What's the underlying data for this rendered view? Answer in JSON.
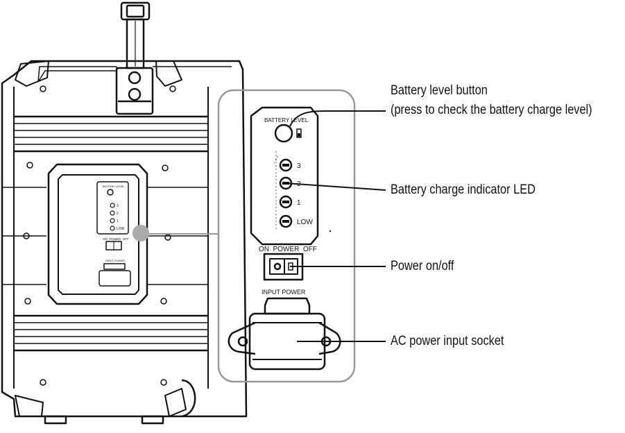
{
  "panel": {
    "battery_level_label": "BATTERY LEVEL",
    "led_labels": [
      "3",
      "2",
      "1",
      "LOW"
    ],
    "power_switch_label": "ON  POWER  OFF",
    "input_power_label": "INPUT POWER"
  },
  "small_panel": {
    "battery_level_label": "BATTERY LEVEL",
    "led_labels": [
      "3",
      "2",
      "1",
      "LOW"
    ],
    "power_switch_label": "ON  POWER  OFF",
    "input_power_label": "INPUT POWER"
  },
  "callouts": {
    "battery_button_line1": "Battery level  button",
    "battery_button_line2": "(press to check the battery charge level)",
    "battery_led": "Battery charge indicator LED",
    "power_switch": "Power on/off",
    "ac_input": "AC power input socket"
  },
  "colors": {
    "stroke": "#111111",
    "zoom_circle": "#aaaaaa",
    "inset_border": "#999999"
  }
}
